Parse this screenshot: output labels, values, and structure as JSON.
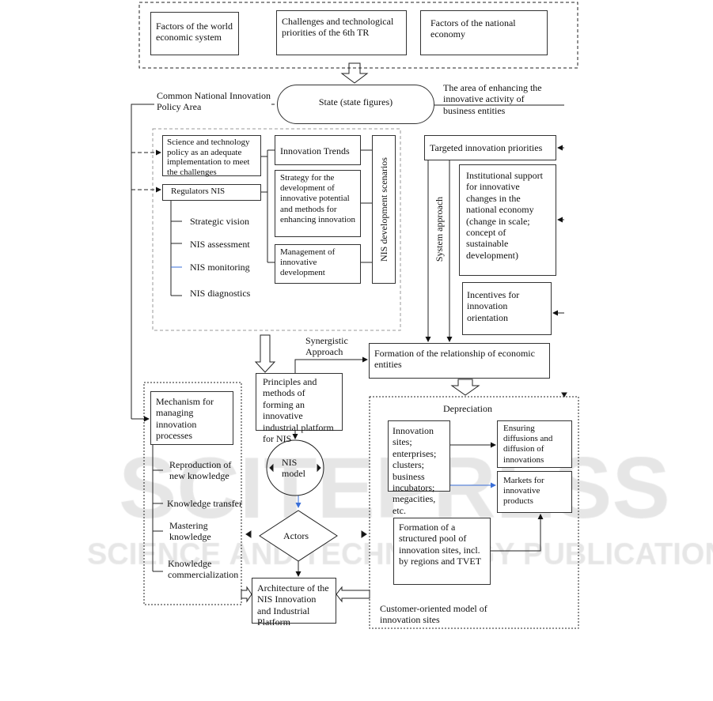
{
  "watermark": {
    "line1": "SCITEPRESS",
    "line2": "SCIENCE AND TECHNOLOGY PUBLICATIONS"
  },
  "top_factors": [
    "Factors of the world economic system",
    "Challenges and technological priorities of the 6th TR",
    "Factors of the national economy"
  ],
  "state": "State (state figures)",
  "common_area": "Common National Innovation Policy Area",
  "business_area": "The area of enhancing the innovative activity of business entities",
  "policy": {
    "science_policy": "Science and technology policy as an adequate implementation to meet the challenges",
    "regulators": "Regulators NIS",
    "regulator_items": [
      "Strategic vision",
      "NIS assessment",
      "NIS monitoring",
      "NIS diagnostics"
    ],
    "innovation_trends": "Innovation Trends",
    "strategy": "Strategy for the development of innovative potential and methods for enhancing innovation",
    "management": "Management of innovative development",
    "scenarios": "NIS development scenarios"
  },
  "business": {
    "targeted": "Targeted innovation priorities",
    "system_approach": "System approach",
    "institutional": "Institutional support for innovative changes in the national economy (change in scale; concept of sustainable development)",
    "incentives": "Incentives for innovation orientation"
  },
  "synergistic": "Synergistic Approach",
  "formation_relationship": "Formation of the relationship of economic entities",
  "principles": "Principles and methods of forming an innovative industrial platform for NIS",
  "nis_model": "NIS model",
  "actors": "Actors",
  "architecture": "Architecture of the NIS Innovation and Industrial Platform",
  "mechanism": {
    "title": "Mechanism for managing innovation processes",
    "items": [
      "Reproduction of new knowledge",
      "Knowledge transfer",
      "Mastering knowledge",
      "Knowledge commercialization"
    ]
  },
  "sites": {
    "depreciation": "Depreciation",
    "innovation_sites": "Innovation sites; enterprises; clusters; business incubators; megacities, etc.",
    "ensuring": "Ensuring diffusions and diffusion of innovations",
    "markets": "Markets for innovative products",
    "pool": "Formation of a structured pool of innovation sites, incl. by regions and TVET",
    "customer_model": "Customer-oriented model of innovation sites"
  }
}
